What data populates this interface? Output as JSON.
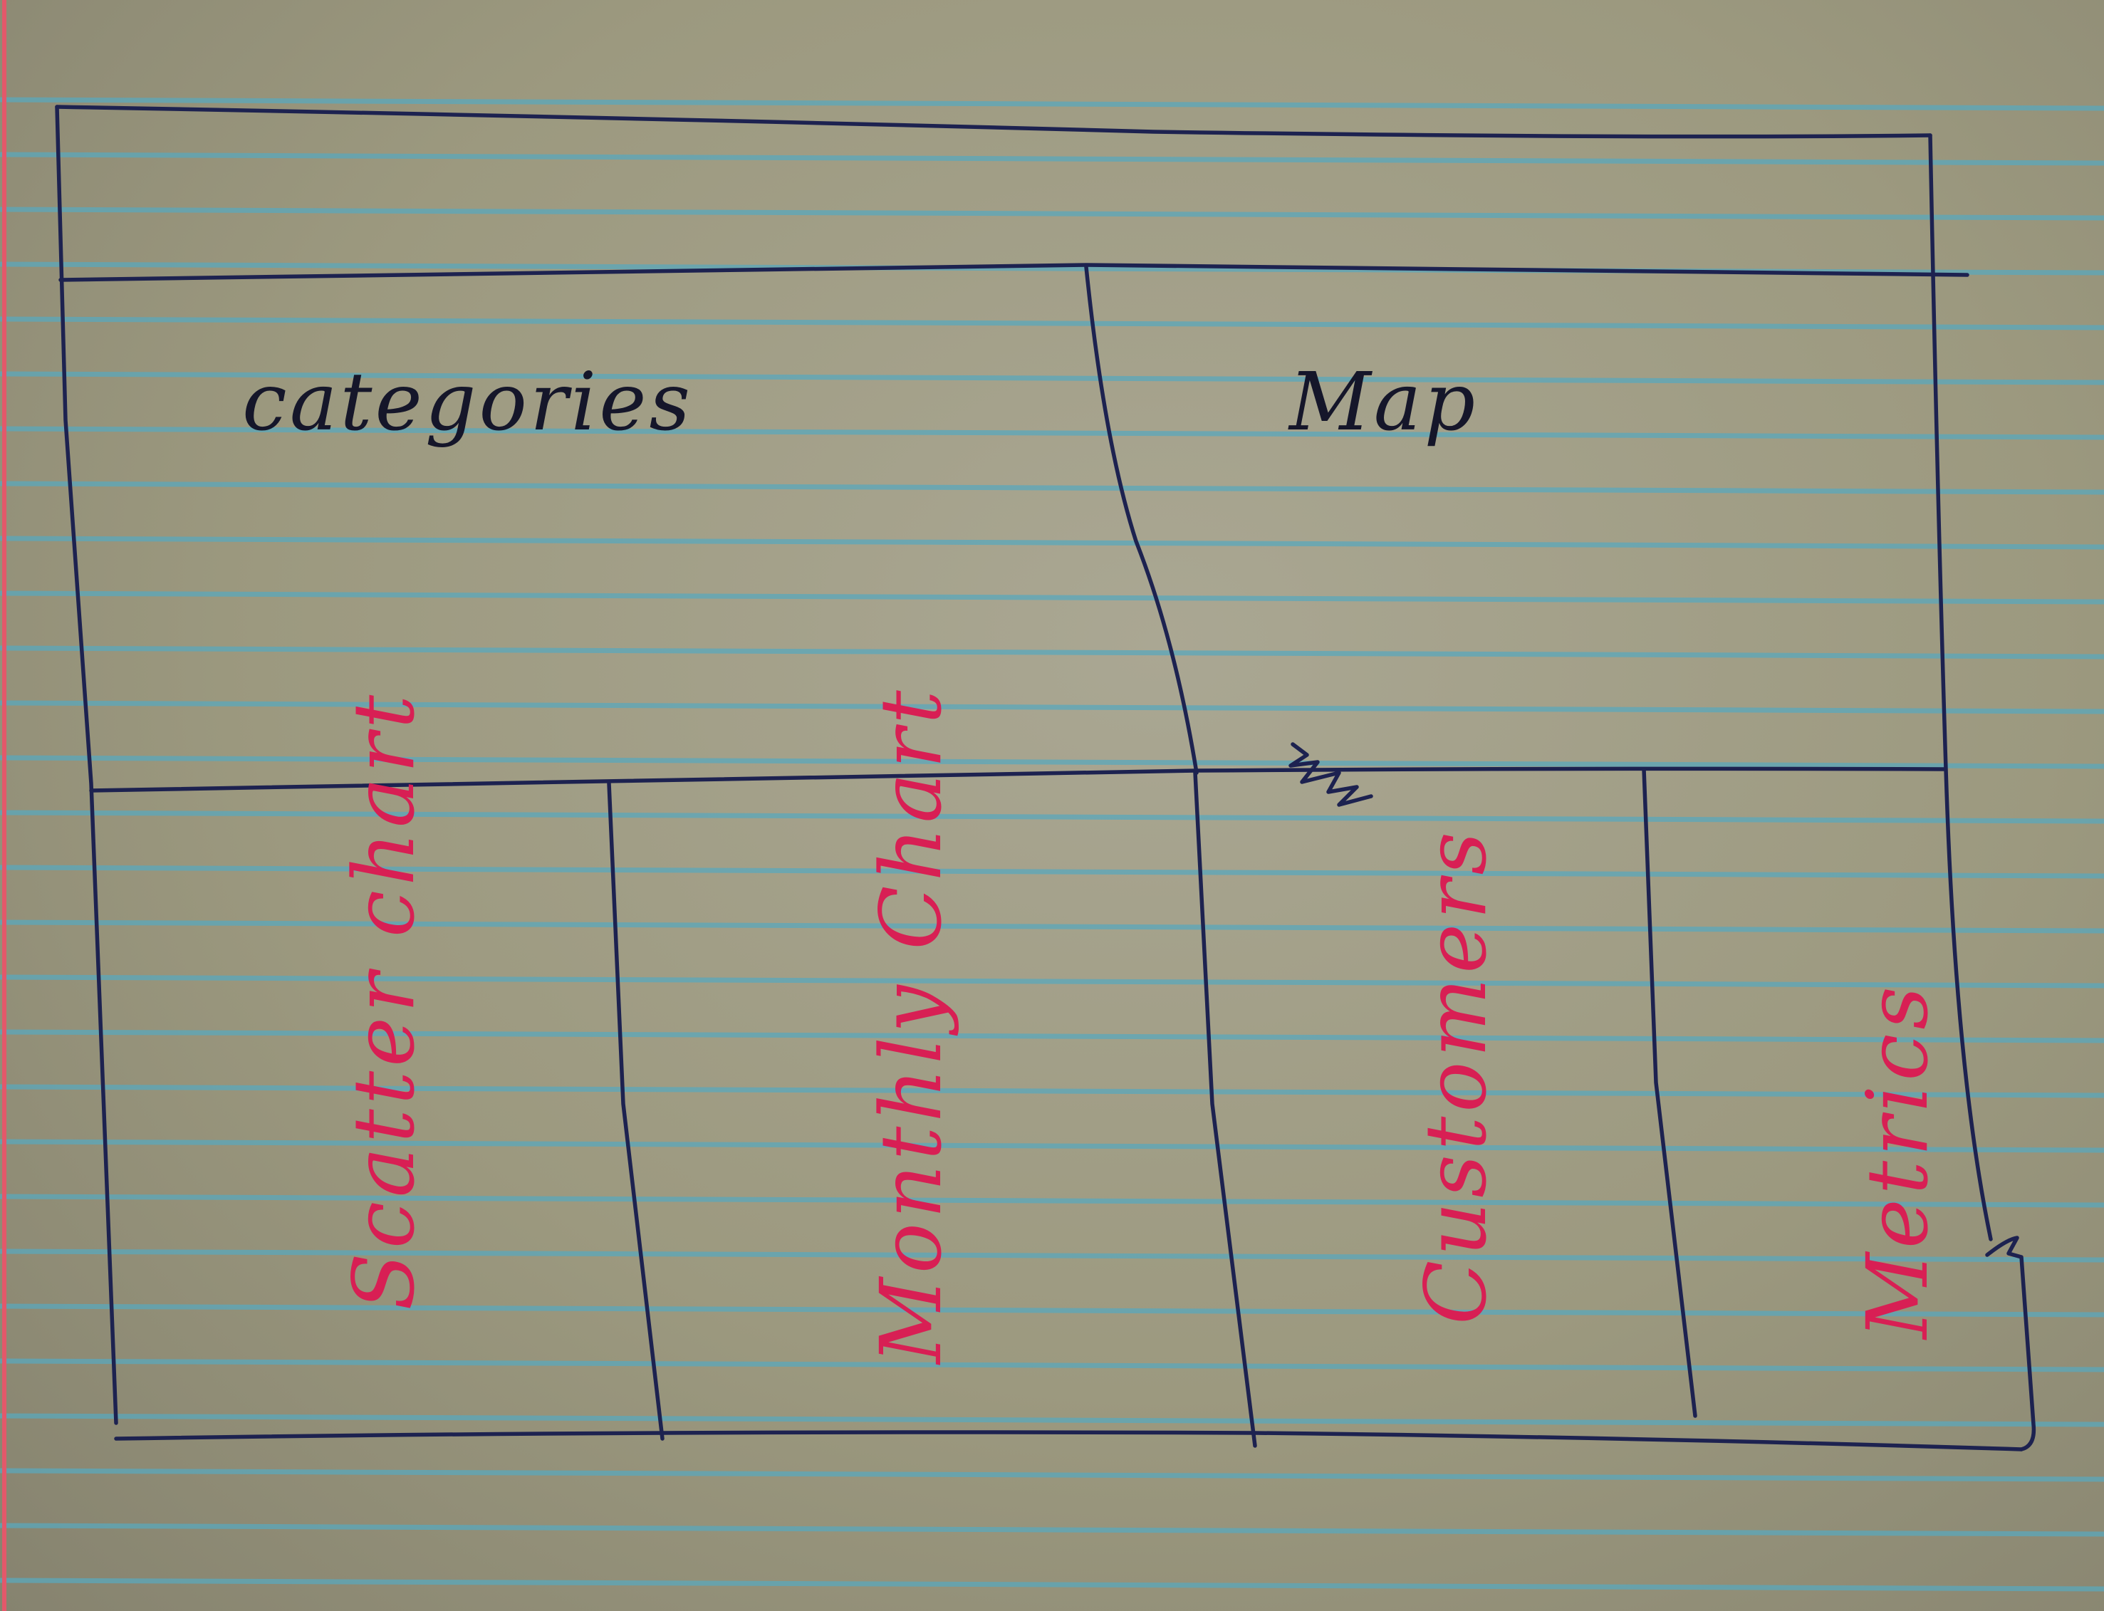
{
  "sketch": {
    "title": "",
    "header": "",
    "panels": {
      "categories": "categories",
      "map": "Map",
      "scatter_chart": "Scatter chart",
      "monthly_chart": "Monthly Chart",
      "customers": "Customers",
      "metrics": "Metrics"
    },
    "colors": {
      "paper": "#a29f87",
      "rule_blue": "#5aa8bc",
      "margin_red": "#e3586a",
      "ink_dark": "#1d2250",
      "ink_red": "#d81f54"
    }
  }
}
